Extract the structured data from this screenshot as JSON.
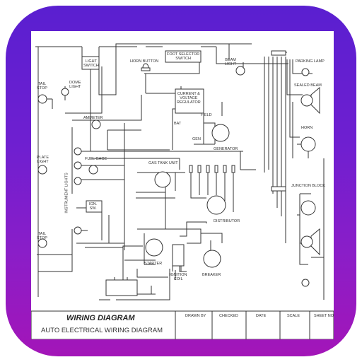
{
  "labels": {
    "light_switch": "LIGHT\nSWITCH",
    "horn_button": "HORN BUTTON",
    "foot_selector": "FOOT SELECTOR\nSWITCH",
    "beam_light": "BEAM\nLIGHT",
    "parking_lamp": "PARKING LAMP",
    "tail_stop_top": "TAIL\nSTOP",
    "dome_light": "DOME\nLIGHT",
    "sealed_beam": "SEALED BEAM",
    "current_regulator": "CURRENT &\nVOLTAGE\nREGULATOR",
    "ammeter": "AMMETER",
    "bat": "BAT",
    "field": "FIELD",
    "gen": "GEN",
    "horn": "HORN",
    "generator": "GENERATOR",
    "plate_light": "PLATE\nLIGHT",
    "fuel_gage": "FUEL GAGE",
    "gas_tank_unit": "GAS TANK UNIT",
    "junction_block": "JUNCTION BLOCK",
    "instrument_lights": "INSTRUMENT LIGHTS",
    "ign_sw": "IGN.\nSW.",
    "distributor": "DISTRIBUTOR",
    "tail_stop_bottom": "TAIL\nSTOP",
    "starter": "STARTER",
    "ignition_coil": "IGNITION\nCOIL",
    "breaker": "BREAKER"
  },
  "title_block": {
    "title": "WIRING DIAGRAM",
    "subtitle": "AUTO ELECTRICAL WIRING DIAGRAM",
    "drawn_by": "DRAWN BY",
    "checked": "CHECKED",
    "date": "DATE",
    "scale": "SCALE",
    "sheet_no": "SHEET NO"
  },
  "colors": {
    "frame_top": "#5a1fd0",
    "frame_bottom": "#a315b8",
    "wire": "#333333"
  }
}
